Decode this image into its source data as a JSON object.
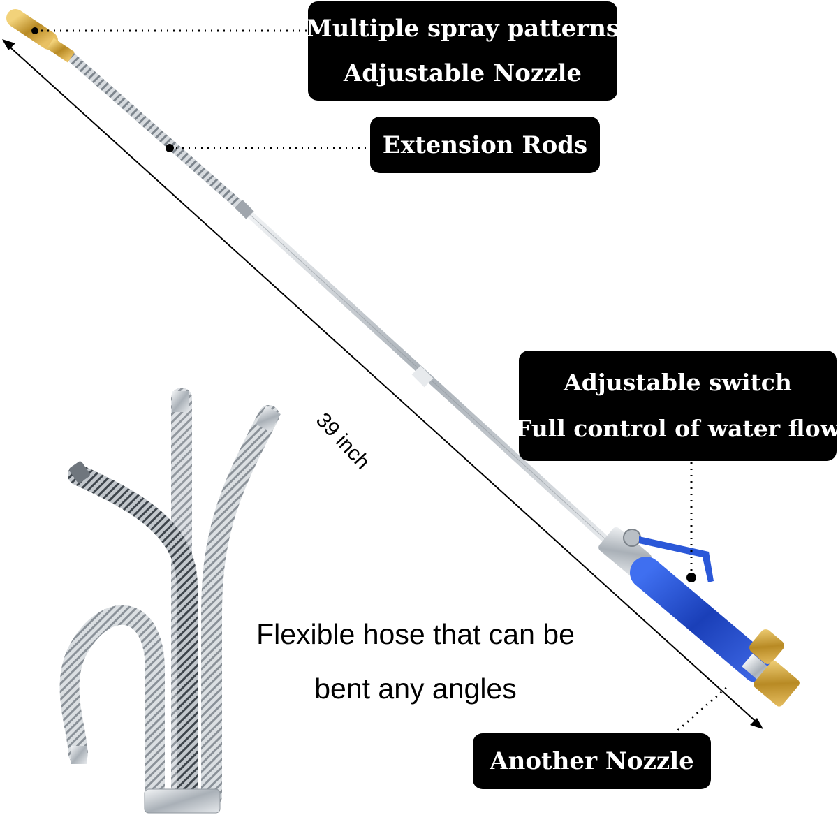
{
  "callouts": {
    "nozzle_line1": "Multiple spray patterns",
    "nozzle_line2": "Adjustable Nozzle",
    "extension": "Extension Rods",
    "switch_line1": "Adjustable switch",
    "switch_line2": "Full control of water flow",
    "another_nozzle": "Another Nozzle"
  },
  "measurement": "39 inch",
  "caption": {
    "line1": "Flexible hose that can be",
    "line2": "bent any angles"
  },
  "colors": {
    "callout_bg": "#000000",
    "callout_text": "#ffffff",
    "handle_blue": "#1f4fd6",
    "brass": "#c9a23a",
    "steel": "#c8cdd2"
  }
}
